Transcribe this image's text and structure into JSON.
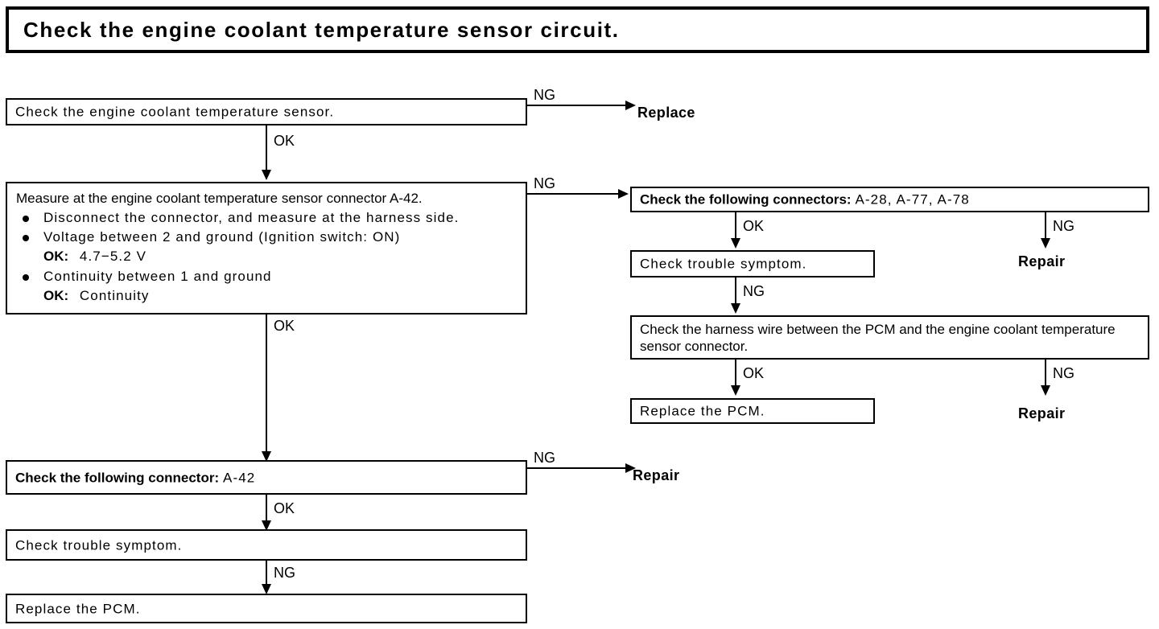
{
  "title": {
    "text": "Check  the  engine  coolant  temperature  sensor  circuit."
  },
  "flow": {
    "left_column": {
      "step1": {
        "label": "Check  the  engine  coolant  temperature  sensor."
      },
      "step1_ng": {
        "edge": "NG",
        "result": "Replace"
      },
      "step1_ok": {
        "edge": "OK"
      },
      "step2": {
        "heading": "Measure at the engine coolant temperature sensor connector A-42.",
        "bullets": [
          "Disconnect the connector, and measure at the harness side.",
          "Voltage between 2 and ground (Ignition switch: ON)",
          "Continuity between 1 and ground"
        ],
        "sub1_label": "OK:",
        "sub1_value": "4.7−5.2 V",
        "sub2_label": "OK:",
        "sub2_value": "Continuity"
      },
      "step2_ng": {
        "edge": "NG"
      },
      "step2_ok": {
        "edge": "OK"
      },
      "step3": {
        "label_bold": "Check the following connector:",
        "label_plain": " A-42"
      },
      "step3_ng": {
        "edge": "NG",
        "result": "Repair"
      },
      "step3_ok": {
        "edge": "OK"
      },
      "step4": {
        "label": "Check  trouble  symptom."
      },
      "step4_ng": {
        "edge": "NG"
      },
      "step5": {
        "label": "Replace  the  PCM."
      }
    },
    "right_column": {
      "step1": {
        "label_bold": "Check the following connectors:",
        "label_plain": " A-28, A-77, A-78"
      },
      "step1_ok": {
        "edge": "OK"
      },
      "step1_ng": {
        "edge": "NG",
        "result": "Repair"
      },
      "step2": {
        "label": "Check  trouble  symptom."
      },
      "step2_ng": {
        "edge": "NG"
      },
      "step3": {
        "label": "Check the harness wire between the PCM and the engine coolant temperature  sensor  connector."
      },
      "step3_ok": {
        "edge": "OK"
      },
      "step3_ng": {
        "edge": "NG",
        "result": "Repair"
      },
      "step4": {
        "label": "Replace  the  PCM."
      }
    }
  },
  "colors": {
    "ink": "#000000",
    "paper": "#ffffff"
  }
}
